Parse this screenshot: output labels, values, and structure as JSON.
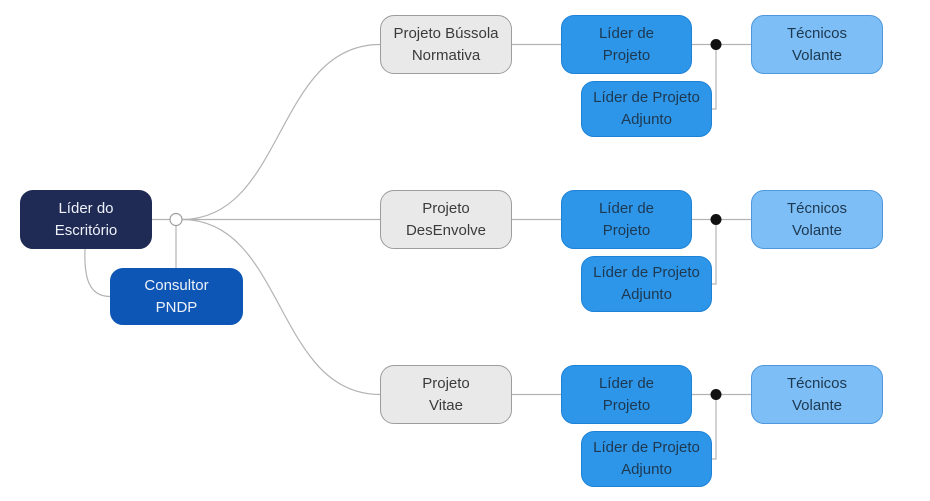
{
  "colors": {
    "bg": "#ffffff",
    "navy": "#1f2a55",
    "royal": "#0d56b5",
    "blue": "#2e96e8",
    "blue-border": "#1d82d6",
    "lightblue": "#7cbef5",
    "lightblue-border": "#4f97dd",
    "gray-fill": "#e9e9e9",
    "gray-border": "#9d9d9d",
    "line": "#b3b3b3",
    "dot": "#111111",
    "text-on-dark": "#eef2f8",
    "text-on-blue": "#1d3851",
    "text-on-gray": "#3b3b3b"
  },
  "org": {
    "root": "Líder do\nEscritório",
    "advisor": "Consultor\nPNDP",
    "branches": [
      {
        "project": "Projeto Bússola\nNormativa",
        "leader": "Líder de\nProjeto",
        "deputy": "Líder de Projeto\nAdjunto",
        "team": "Técnicos\nVolante"
      },
      {
        "project": "Projeto\nDesEnvolve",
        "leader": "Líder de\nProjeto",
        "deputy": "Líder de Projeto\nAdjunto",
        "team": "Técnicos\nVolante"
      },
      {
        "project": "Projeto\nVitae",
        "leader": "Líder de\nProjeto",
        "deputy": "Líder de Projeto\nAdjunto",
        "team": "Técnicos\nVolante"
      }
    ]
  }
}
